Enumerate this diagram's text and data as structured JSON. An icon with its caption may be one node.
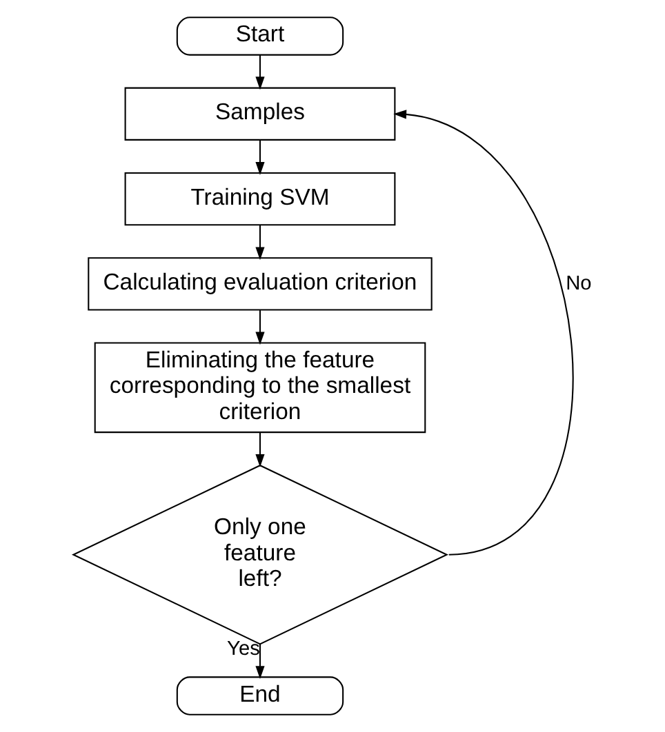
{
  "diagram": {
    "nodes": [
      {
        "text": [
          "Start"
        ]
      },
      {
        "text": [
          "Samples"
        ]
      },
      {
        "text": [
          "Training SVM"
        ]
      },
      {
        "text": [
          "Calculating evaluation criterion"
        ]
      },
      {
        "text": [
          "Eliminating the feature corresponding to the smallest criterion"
        ]
      },
      {
        "text": [
          "Only one feature left?"
        ]
      },
      {
        "text": [
          "End"
        ]
      }
    ],
    "edges": [
      {
        "from": 0,
        "to": 1,
        "arrow": "to"
      },
      {
        "from": 1,
        "to": 2,
        "arrow": "to"
      },
      {
        "from": 2,
        "to": 3,
        "arrow": "to"
      },
      {
        "from": 3,
        "to": 4,
        "arrow": "to"
      },
      {
        "from": 4,
        "to": 5,
        "arrow": "to"
      },
      {
        "from": 5,
        "to": 6,
        "arrow": "to",
        "label": "Yes"
      },
      {
        "from": 5,
        "to": 1,
        "arrow": "to",
        "label": "No"
      }
    ]
  }
}
